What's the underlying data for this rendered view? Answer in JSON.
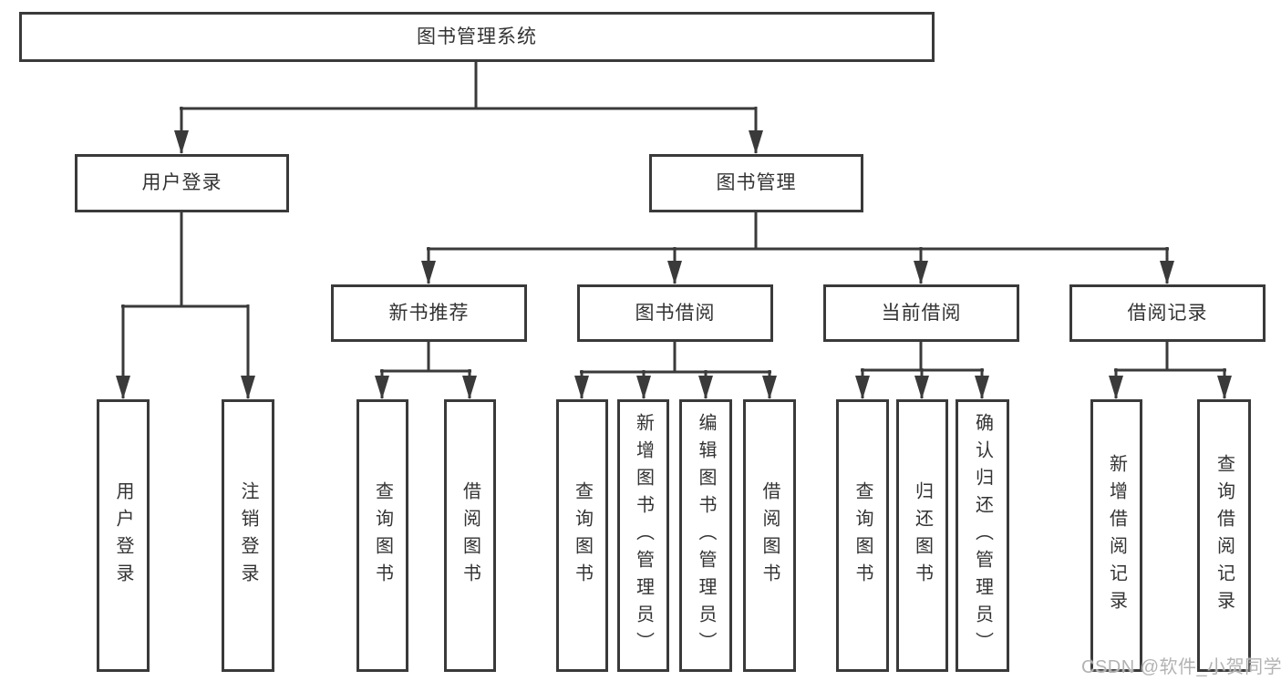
{
  "diagram": {
    "root": {
      "label": "图书管理系统"
    },
    "level2": [
      {
        "id": "user-login",
        "label": "用户登录"
      },
      {
        "id": "book-management",
        "label": "图书管理"
      }
    ],
    "level3": [
      {
        "id": "new-book-recommend",
        "parent": "图书管理",
        "label": "新书推荐"
      },
      {
        "id": "book-borrow",
        "parent": "图书管理",
        "label": "图书借阅"
      },
      {
        "id": "current-borrow",
        "parent": "图书管理",
        "label": "当前借阅"
      },
      {
        "id": "borrow-records",
        "parent": "图书管理",
        "label": "借阅记录"
      }
    ],
    "leaves": [
      {
        "parent": "用户登录",
        "label": "用户登录"
      },
      {
        "parent": "用户登录",
        "label": "注销登录"
      },
      {
        "parent": "新书推荐",
        "label": "查询图书"
      },
      {
        "parent": "新书推荐",
        "label": "借阅图书"
      },
      {
        "parent": "图书借阅",
        "label": "查询图书"
      },
      {
        "parent": "图书借阅",
        "label": "新增图书（管理员）"
      },
      {
        "parent": "图书借阅",
        "label": "编辑图书（管理员）"
      },
      {
        "parent": "图书借阅",
        "label": "借阅图书"
      },
      {
        "parent": "当前借阅",
        "label": "查询图书"
      },
      {
        "parent": "当前借阅",
        "label": "归还图书"
      },
      {
        "parent": "当前借阅",
        "label": "确认归还（管理员）"
      },
      {
        "parent": "借阅记录",
        "label": "新增借阅记录"
      },
      {
        "parent": "借阅记录",
        "label": "查询借阅记录"
      }
    ]
  },
  "watermark": {
    "text": "CSDN @软件_小贺同学"
  },
  "colors": {
    "line": "#3a3a3a",
    "text": "#333333",
    "background": "#ffffff",
    "watermark": "#b3b3b3"
  }
}
